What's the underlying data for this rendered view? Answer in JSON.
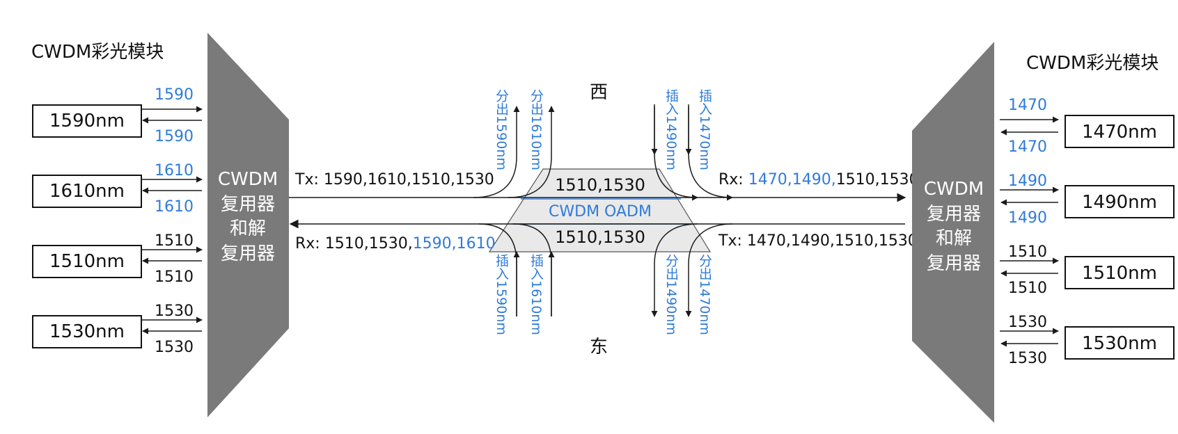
{
  "left": {
    "title": "CWDM彩光模块",
    "mux_line1": "CWDM",
    "mux_line2": "复用器",
    "mux_line3": "和解",
    "mux_line4": "复用器",
    "modules": [
      {
        "label": "1590nm",
        "tx": "1590",
        "rx": "1590",
        "tx_color": "#2f7bd8",
        "rx_color": "#2f7bd8"
      },
      {
        "label": "1610nm",
        "tx": "1610",
        "rx": "1610",
        "tx_color": "#2f7bd8",
        "rx_color": "#2f7bd8"
      },
      {
        "label": "1510nm",
        "tx": "1510",
        "rx": "1510",
        "tx_color": "#111111",
        "rx_color": "#111111"
      },
      {
        "label": "1530nm",
        "tx": "1530",
        "rx": "1530",
        "tx_color": "#111111",
        "rx_color": "#111111"
      }
    ]
  },
  "right": {
    "title": "CWDM彩光模块",
    "mux_line1": "CWDM",
    "mux_line2": "复用器",
    "mux_line3": "和解",
    "mux_line4": "复用器",
    "modules": [
      {
        "label": "1470nm",
        "top": "1470",
        "bottom": "1470",
        "top_color": "#2f7bd8",
        "bottom_color": "#2f7bd8"
      },
      {
        "label": "1490nm",
        "top": "1490",
        "bottom": "1490",
        "top_color": "#2f7bd8",
        "bottom_color": "#2f7bd8"
      },
      {
        "label": "1510nm",
        "top": "1510",
        "bottom": "1510",
        "top_color": "#111111",
        "bottom_color": "#111111"
      },
      {
        "label": "1530nm",
        "top": "1530",
        "bottom": "1530",
        "top_color": "#111111",
        "bottom_color": "#111111"
      }
    ]
  },
  "oadm": {
    "name": "CWDM OADM",
    "upper_pass": "1510,1530",
    "lower_pass": "1510,1530",
    "west": "西",
    "east": "东"
  },
  "links": {
    "tx_left_prefix": "Tx: ",
    "tx_left_values": "1590,1610,1510,1530",
    "rx_left_prefix": "Rx: ",
    "rx_left_black": "1510,1530,",
    "rx_left_blue": "1590,1610",
    "rx_right_prefix": "Rx: ",
    "rx_right_blue": "1470,1490,",
    "rx_right_black": "1510,1530",
    "tx_right_prefix": "Tx: ",
    "tx_right_values": "1470,1490,1510,1530"
  },
  "add_drop": {
    "drop_1590": "分出1590nm",
    "drop_1610": "分出1610nm",
    "add_1490": "插入1490nm",
    "add_1470": "插入1470nm",
    "add_1590": "插入1590nm",
    "add_1610": "插入1610nm",
    "drop_1490": "分出1490nm",
    "drop_1470": "分出1470nm"
  },
  "colors": {
    "accent": "#2f7bd8",
    "mux_fill": "#7a7a7a",
    "oadm_fill": "#e9e9e9"
  }
}
